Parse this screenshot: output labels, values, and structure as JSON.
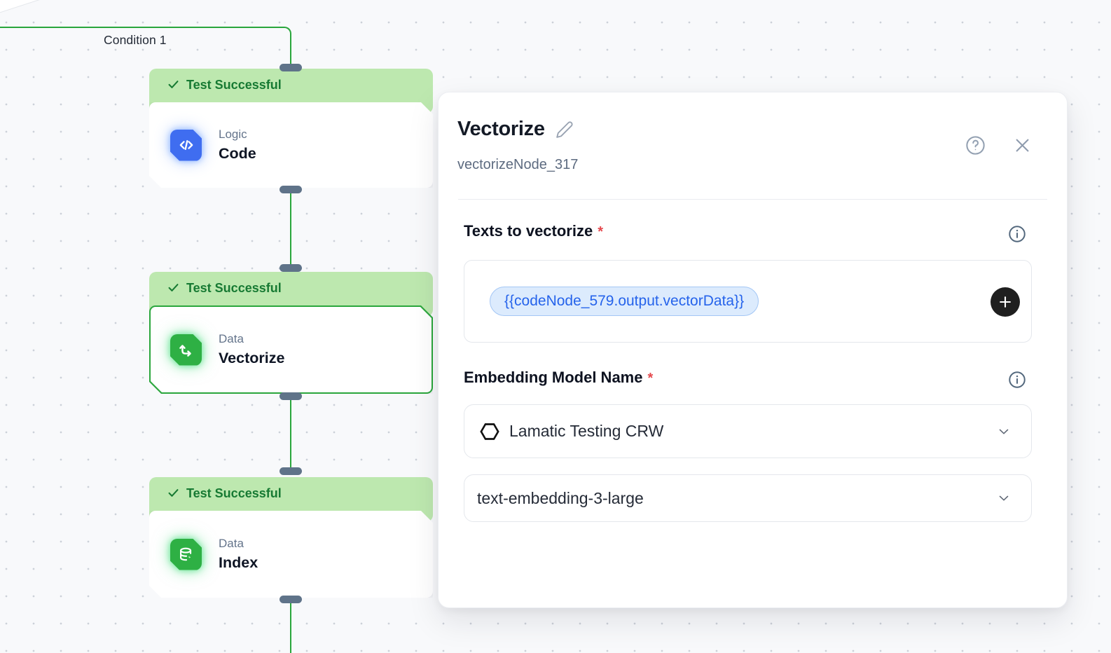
{
  "canvas": {
    "condition_label": "Condition 1",
    "nodes": [
      {
        "badge": "Test Successful",
        "category": "Logic",
        "name": "Code",
        "icon": "code-icon",
        "selected": false
      },
      {
        "badge": "Test Successful",
        "category": "Data",
        "name": "Vectorize",
        "icon": "vector-axes-icon",
        "selected": true
      },
      {
        "badge": "Test Successful",
        "category": "Data",
        "name": "Index",
        "icon": "database-bolt-icon",
        "selected": false
      }
    ]
  },
  "panel": {
    "title": "Vectorize",
    "subtitle": "vectorizeNode_317",
    "fields": {
      "texts_to_vectorize": {
        "label": "Texts to vectorize",
        "required": "*",
        "chip": "{{codeNode_579.output.vectorData}}"
      },
      "embedding_model": {
        "label": "Embedding Model Name",
        "required": "*",
        "provider_select": {
          "value": "Lamatic Testing CRW",
          "icon": "openai-logo-icon"
        },
        "model_select": {
          "value": "text-embedding-3-large"
        }
      }
    }
  },
  "colors": {
    "edge_green": "#2aa63c",
    "badge_bg": "#bde8af",
    "badge_text": "#177a33",
    "icon_blue": "#3f6df0",
    "icon_green": "#2eb044",
    "chip_bg": "#dcebfd",
    "chip_border": "#a3c6f5",
    "chip_text": "#2563eb",
    "plus_button_bg": "#1f1f1f",
    "required_red": "#e5484d",
    "handle_slate": "#5f7389"
  }
}
